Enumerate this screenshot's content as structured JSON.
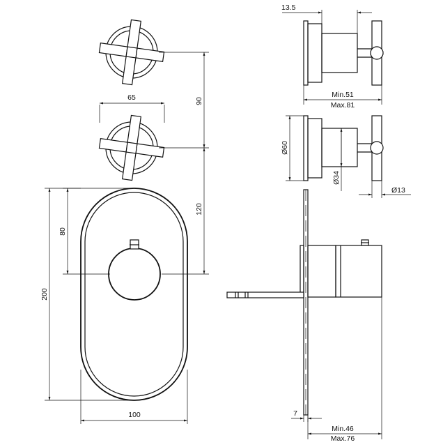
{
  "dimensions": {
    "plate_offset": "13.5",
    "handle_width": "65",
    "handle_spacing": "90",
    "handle_to_plate": "120",
    "plate_height": "200",
    "knob_offset": "80",
    "plate_width": "100",
    "projection_top_min": "Min.51",
    "projection_top_max": "Max.81",
    "flange_diameter": "Ø60",
    "body_diameter": "Ø34",
    "stem_diameter": "Ø13",
    "wall_plate_thickness": "7",
    "projection_bottom_min": "Min.46",
    "projection_bottom_max": "Max.76"
  },
  "colors": {
    "line": "#111111",
    "background": "#ffffff"
  }
}
